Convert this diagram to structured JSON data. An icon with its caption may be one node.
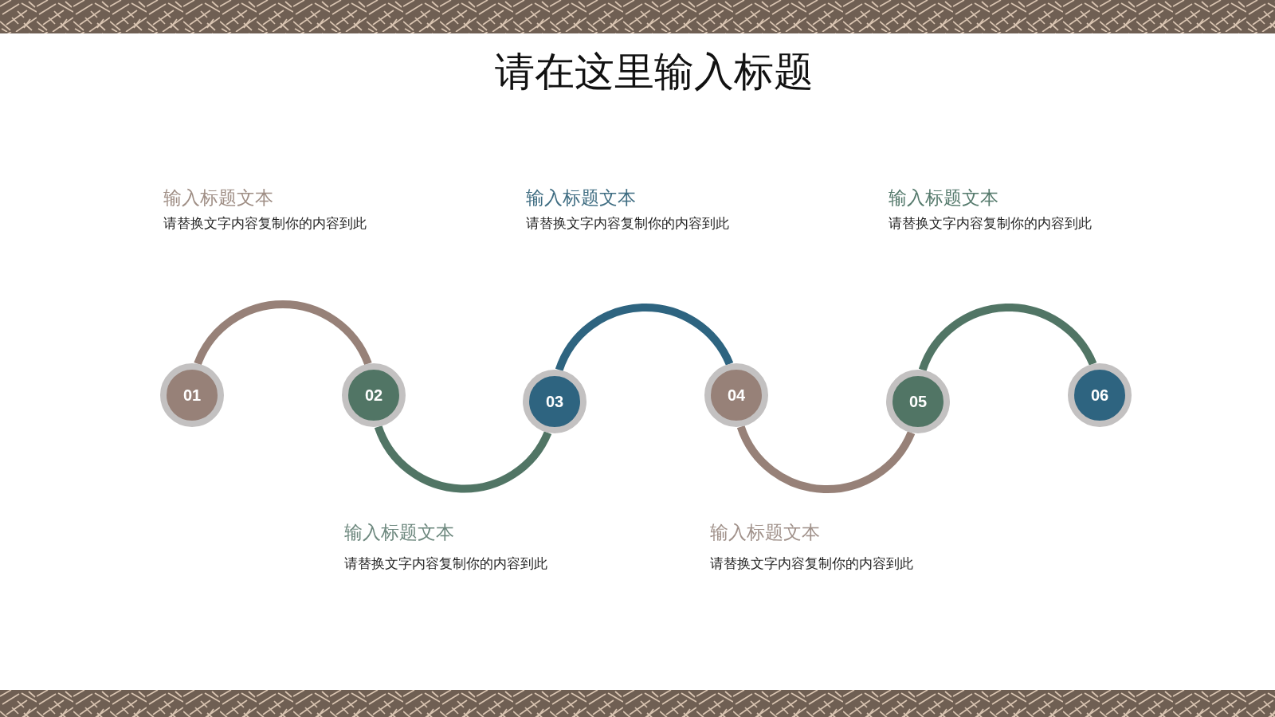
{
  "diagram": {
    "title": "请在这里输入标题",
    "nodes": [
      {
        "text": [
          "01"
        ]
      },
      {
        "text": [
          "02"
        ]
      },
      {
        "text": [
          "03"
        ]
      },
      {
        "text": [
          "04"
        ]
      },
      {
        "text": [
          "05"
        ]
      },
      {
        "text": [
          "06"
        ]
      }
    ],
    "edges": [
      {
        "from": 0,
        "to": 1,
        "arrow": "none",
        "color": "#978178"
      },
      {
        "from": 1,
        "to": 2,
        "arrow": "none",
        "color": "#517565"
      },
      {
        "from": 2,
        "to": 3,
        "arrow": "none",
        "color": "#2e6480"
      },
      {
        "from": 3,
        "to": 4,
        "arrow": "none",
        "color": "#978178"
      },
      {
        "from": 4,
        "to": 5,
        "arrow": "none",
        "color": "#517565"
      }
    ],
    "labels": [
      "输入标题文本",
      "请替换文字内容复制你的内容到此",
      "输入标题文本",
      "请替换文字内容复制你的内容到此",
      "输入标题文本",
      "请替换文字内容复制你的内容到此",
      "输入标题文本",
      "请替换文字内容复制你的内容到此",
      "输入标题文本",
      "请替换文字内容复制你的内容到此"
    ]
  }
}
